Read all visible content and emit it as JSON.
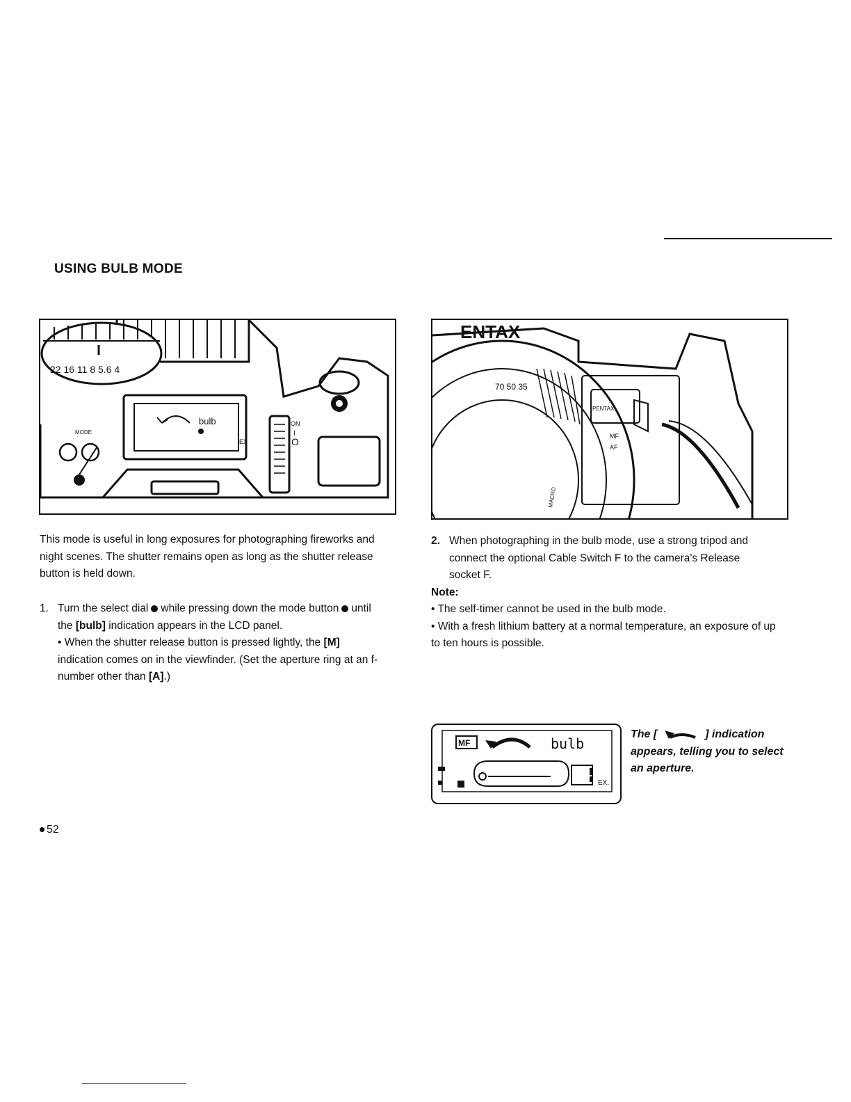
{
  "heading": "USING BULB MODE",
  "figure_left": {
    "aperture_scale": "22 16 11 8 5.6 4",
    "lcd_text": "bulb",
    "label_mode": "MODE",
    "label_ex": "EX",
    "label_on": "ON",
    "label_i": "I",
    "label_o": "O"
  },
  "figure_right": {
    "brand": "ENTAX",
    "lens_marks": "70 50 35",
    "label_pentax": "PENTAX",
    "label_mf": "MF",
    "label_af": "AF",
    "label_macro": "MACRO"
  },
  "figure_lcd": {
    "mf": "MF",
    "text": "bulb",
    "ex": "EX."
  },
  "left_column": {
    "intro": "This mode is useful in long exposures for photographing fireworks and night scenes. The shutter remains open as long as the shutter release button is held down.",
    "step1_num": "1.",
    "step1_a": "Turn the select dial",
    "step1_b": "while pressing down the mode",
    "step1_c": "button",
    "step1_d": "until the",
    "step1_bulb": "[bulb]",
    "step1_e": "indication appears in",
    "step1_f": "the LCD panel.",
    "bullet1_a": "• When the shutter release button is pressed lightly,",
    "bullet1_b": "the",
    "bullet1_m": "[M]",
    "bullet1_c": "indication comes on in the viewfinder. (Set",
    "bullet1_d": "the aperture ring at an f-number other than",
    "bullet1_a_ind": "[A]",
    "bullet1_e": ".)"
  },
  "right_column": {
    "step2_num": "2.",
    "step2_text": "When photographing in the bulb mode, use a strong tripod and connect the optional Cable Switch F to the camera's Release socket F.",
    "note_label": "Note:",
    "note1": "• The self-timer cannot be used in the bulb mode.",
    "note2": "• With a fresh lithium battery at a normal temperature, an exposure of up to ten hours is possible."
  },
  "caption": {
    "before": "The [",
    "after": "] indication appears, telling you to select an aperture."
  },
  "page_number": "52"
}
